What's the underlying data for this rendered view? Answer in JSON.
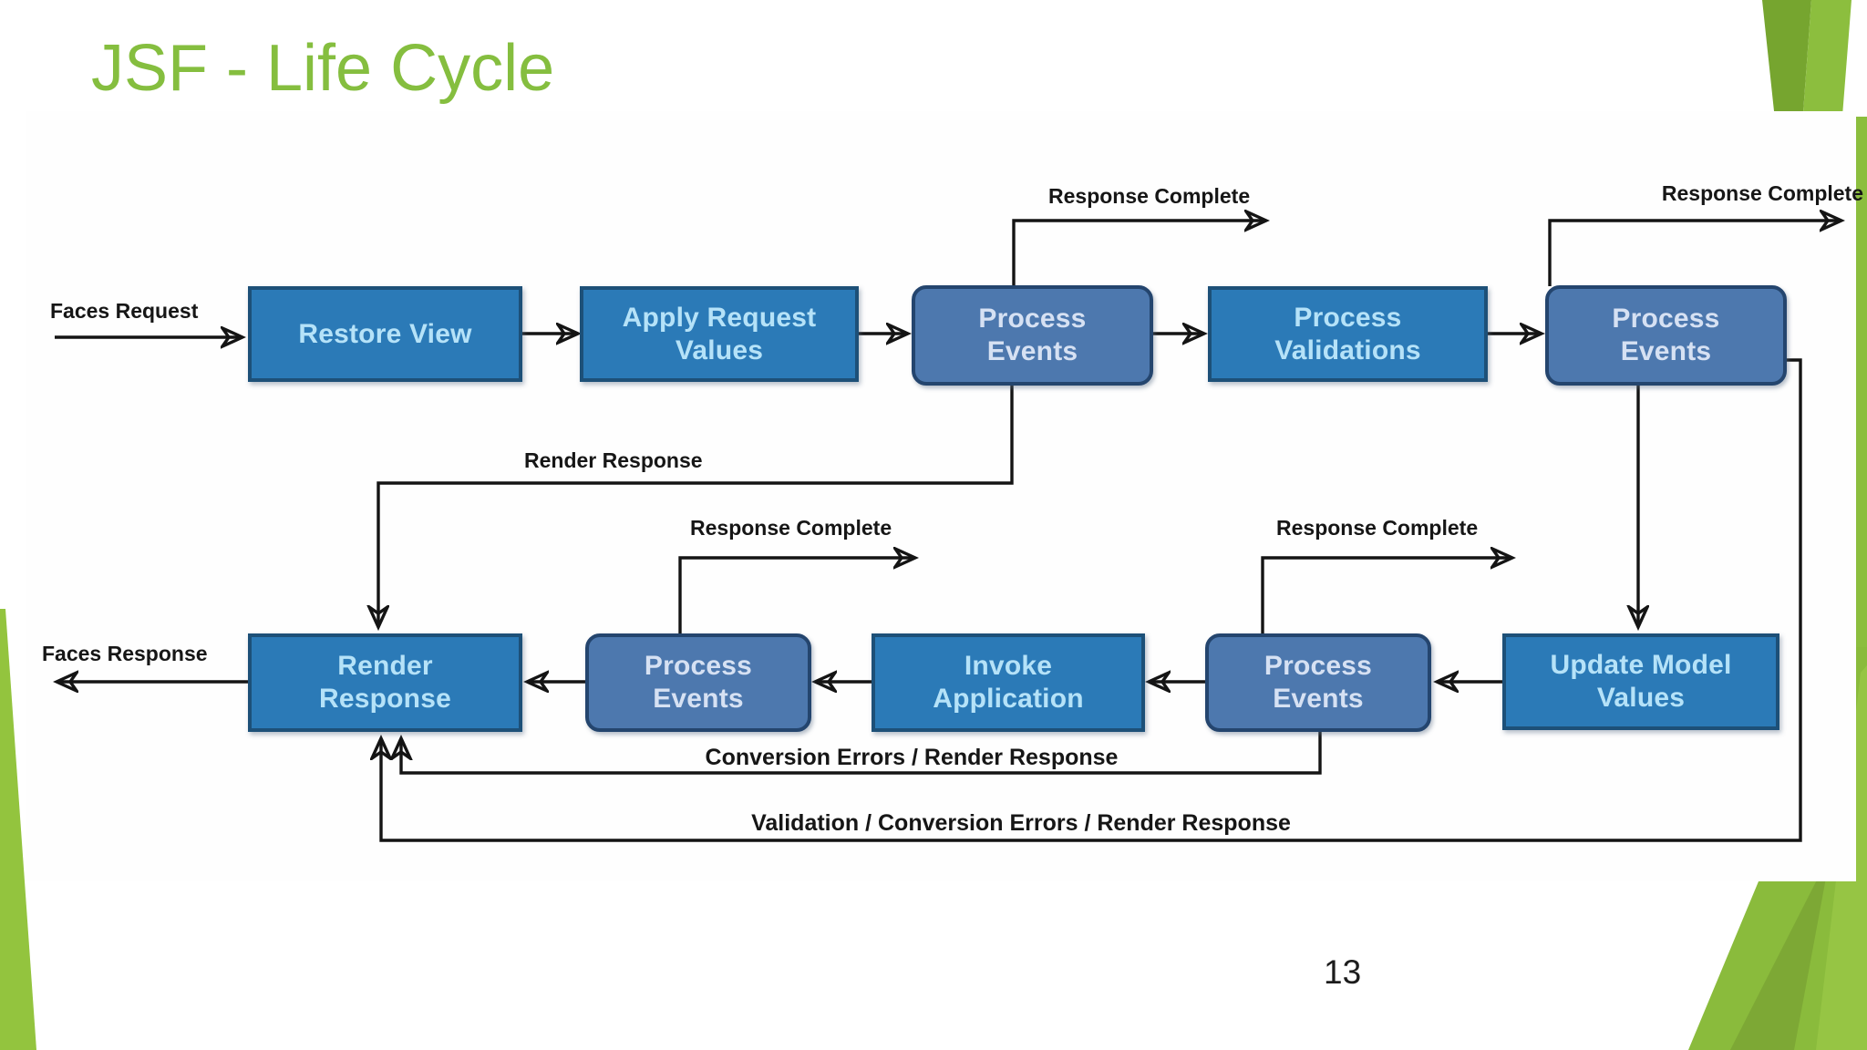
{
  "slide": {
    "title": "JSF - Life Cycle",
    "page_number": "13"
  },
  "colors": {
    "accent_green": "#8cbe3e",
    "title_green": "#85be3f",
    "box_blue": "#2b7ab7",
    "box_blue_rounded": "#4d78ae",
    "box_text_light": "#b5e2f8",
    "line_black": "#141414"
  },
  "diagram": {
    "boxes": [
      {
        "id": "restore-view",
        "label": "Restore View",
        "shape": "rect"
      },
      {
        "id": "apply-request-values",
        "label": "Apply Request Values",
        "shape": "rect"
      },
      {
        "id": "process-events-1",
        "label": "Process Events",
        "shape": "rounded"
      },
      {
        "id": "process-validations",
        "label": "Process Validations",
        "shape": "rect"
      },
      {
        "id": "process-events-2",
        "label": "Process Events",
        "shape": "rounded"
      },
      {
        "id": "render-response",
        "label": "Render Response",
        "shape": "rect"
      },
      {
        "id": "process-events-3",
        "label": "Process Events",
        "shape": "rounded"
      },
      {
        "id": "invoke-application",
        "label": "Invoke Application",
        "shape": "rect"
      },
      {
        "id": "process-events-4",
        "label": "Process Events",
        "shape": "rounded"
      },
      {
        "id": "update-model-values",
        "label": "Update Model Values",
        "shape": "rect"
      }
    ],
    "edge_labels": {
      "faces_request": "Faces Request",
      "faces_response": "Faces Response",
      "response_complete_top_mid": "Response Complete",
      "response_complete_top_right": "Response Complete",
      "response_complete_mid_left": "Response Complete",
      "response_complete_mid_right": "Response Complete",
      "render_response": "Render Response",
      "conversion_errors": "Conversion Errors / Render Response",
      "validation_conversion_errors": "Validation / Conversion Errors / Render Response"
    }
  }
}
